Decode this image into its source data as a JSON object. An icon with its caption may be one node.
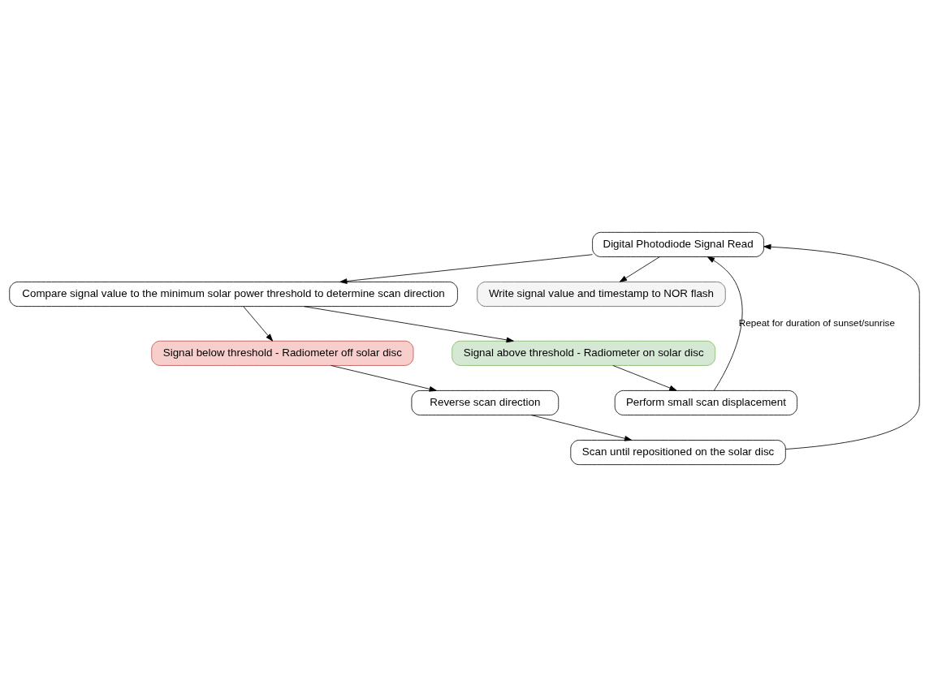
{
  "diagram": {
    "nodes": [
      {
        "text": [
          "Digital Photodiode Signal Read"
        ]
      },
      {
        "text": [
          "Compare signal value to the minimum solar power threshold to determine scan direction"
        ]
      },
      {
        "text": [
          "Write signal value and timestamp to NOR flash"
        ]
      },
      {
        "text": [
          "Signal above threshold - Radiometer on solar disc"
        ]
      },
      {
        "text": [
          "Signal below threshold - Radiometer off solar disc"
        ]
      },
      {
        "text": [
          "Perform small scan displacement"
        ]
      },
      {
        "text": [
          "Reverse scan direction"
        ]
      },
      {
        "text": [
          "Scan until repositioned on the solar disc"
        ]
      }
    ],
    "edges": [
      {
        "from": 0,
        "to": 1,
        "arrow": "to"
      },
      {
        "from": 0,
        "to": 2,
        "arrow": "to"
      },
      {
        "from": 1,
        "to": 3,
        "arrow": "to"
      },
      {
        "from": 1,
        "to": 4,
        "arrow": "to"
      },
      {
        "from": 3,
        "to": 5,
        "arrow": "to"
      },
      {
        "from": 4,
        "to": 6,
        "arrow": "to"
      },
      {
        "from": 6,
        "to": 7,
        "arrow": "to"
      },
      {
        "from": 5,
        "to": 0,
        "arrow": "to",
        "label": "Repeat for duration of sunset/sunrise"
      },
      {
        "from": 7,
        "to": 0,
        "arrow": "to"
      }
    ]
  }
}
